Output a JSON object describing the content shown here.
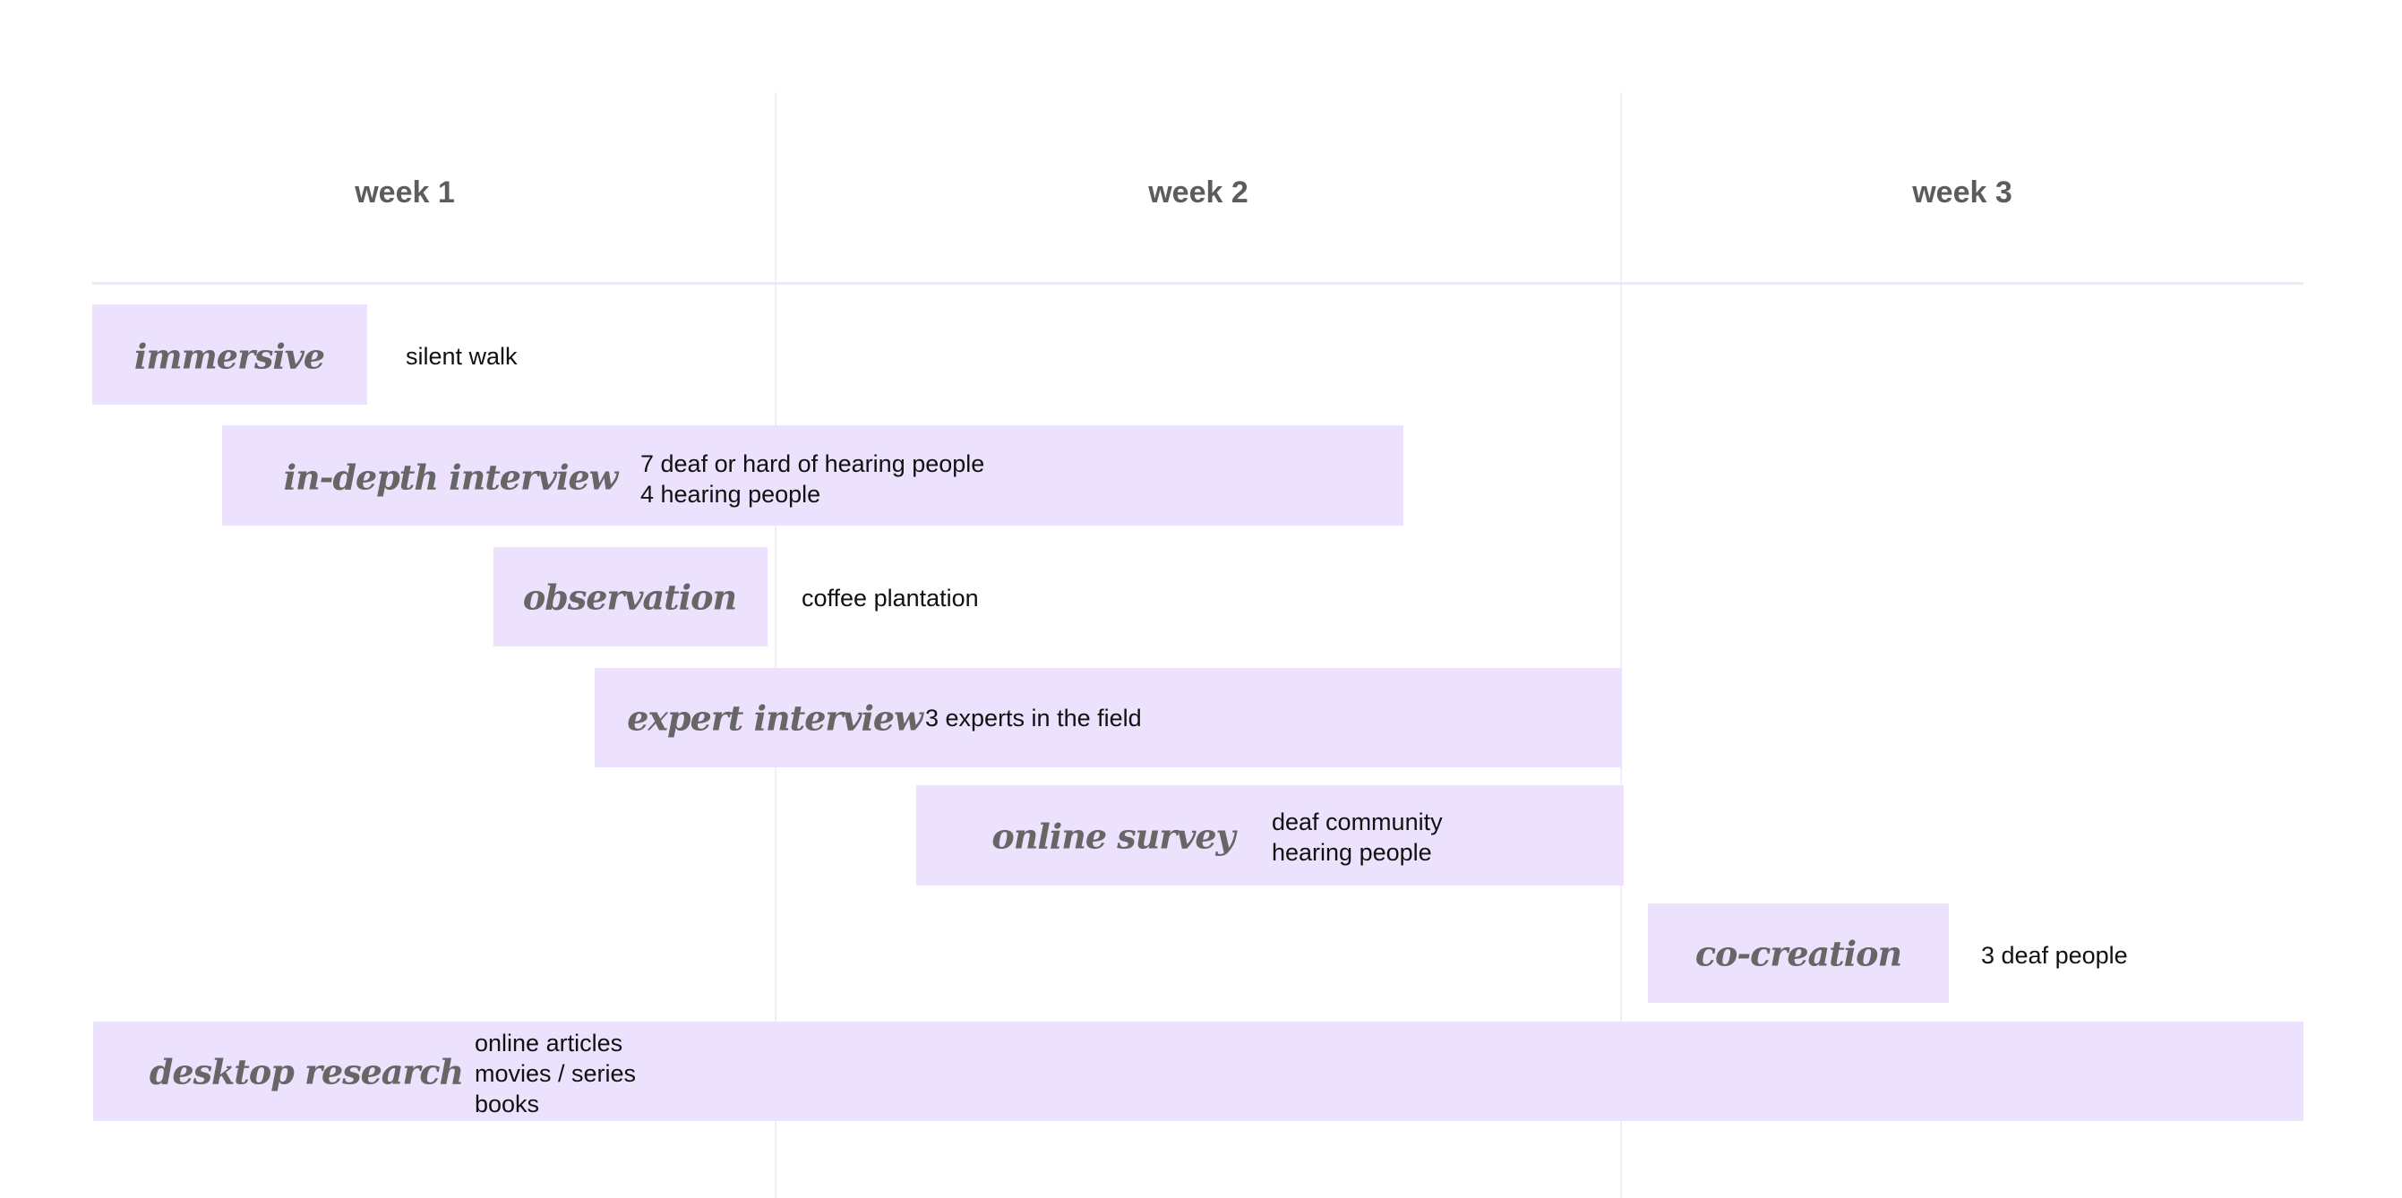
{
  "weeks": [
    "week 1",
    "week 2",
    "week 3"
  ],
  "activities": [
    {
      "label": "immersive",
      "details": [
        "silent walk"
      ]
    },
    {
      "label": "in-depth interview",
      "details": [
        "7 deaf or hard of hearing people",
        "4 hearing people"
      ]
    },
    {
      "label": "observation",
      "details": [
        "coffee plantation"
      ]
    },
    {
      "label": "expert interview",
      "details": [
        "3 experts in the field"
      ]
    },
    {
      "label": "online survey",
      "details": [
        "deaf community",
        "hearing people"
      ]
    },
    {
      "label": "co-creation",
      "details": [
        "3 deaf people"
      ]
    },
    {
      "label": "desktop research",
      "details": [
        "online articles",
        "movies / series",
        "books"
      ]
    }
  ],
  "colors": {
    "bar": "#ece2fd",
    "grid": "#eee8fb",
    "label": "#666666"
  }
}
